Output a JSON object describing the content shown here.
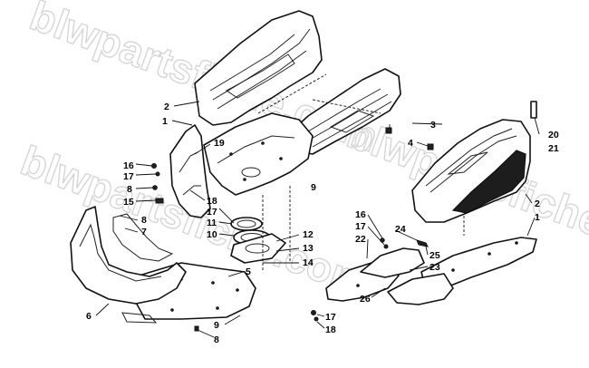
{
  "watermark": {
    "text": "blwpartsfiche.com"
  },
  "callouts": [
    {
      "id": "c-2-top",
      "label": "2"
    },
    {
      "id": "c-1-left",
      "label": "1"
    },
    {
      "id": "c-19",
      "label": "19"
    },
    {
      "id": "c-3",
      "label": "3"
    },
    {
      "id": "c-4",
      "label": "4"
    },
    {
      "id": "c-20",
      "label": "20"
    },
    {
      "id": "c-21",
      "label": "21"
    },
    {
      "id": "c-16-left",
      "label": "16"
    },
    {
      "id": "c-17-left",
      "label": "17"
    },
    {
      "id": "c-8-left",
      "label": "8"
    },
    {
      "id": "c-15",
      "label": "15"
    },
    {
      "id": "c-18-left",
      "label": "18"
    },
    {
      "id": "c-17-mid",
      "label": "17"
    },
    {
      "id": "c-11",
      "label": "11"
    },
    {
      "id": "c-10",
      "label": "10"
    },
    {
      "id": "c-9-top",
      "label": "9"
    },
    {
      "id": "c-8-mid",
      "label": "8"
    },
    {
      "id": "c-7",
      "label": "7"
    },
    {
      "id": "c-12",
      "label": "12"
    },
    {
      "id": "c-13",
      "label": "13"
    },
    {
      "id": "c-14",
      "label": "14"
    },
    {
      "id": "c-5",
      "label": "5"
    },
    {
      "id": "c-6",
      "label": "6"
    },
    {
      "id": "c-9-bottom",
      "label": "9"
    },
    {
      "id": "c-8-bottom",
      "label": "8"
    },
    {
      "id": "c-2-right",
      "label": "2"
    },
    {
      "id": "c-1-right",
      "label": "1"
    },
    {
      "id": "c-16-right",
      "label": "16"
    },
    {
      "id": "c-17-right",
      "label": "17"
    },
    {
      "id": "c-22",
      "label": "22"
    },
    {
      "id": "c-24",
      "label": "24"
    },
    {
      "id": "c-25",
      "label": "25"
    },
    {
      "id": "c-23",
      "label": "23"
    },
    {
      "id": "c-26",
      "label": "26"
    },
    {
      "id": "c-17-bottom",
      "label": "17"
    },
    {
      "id": "c-18-bottom",
      "label": "18"
    }
  ]
}
